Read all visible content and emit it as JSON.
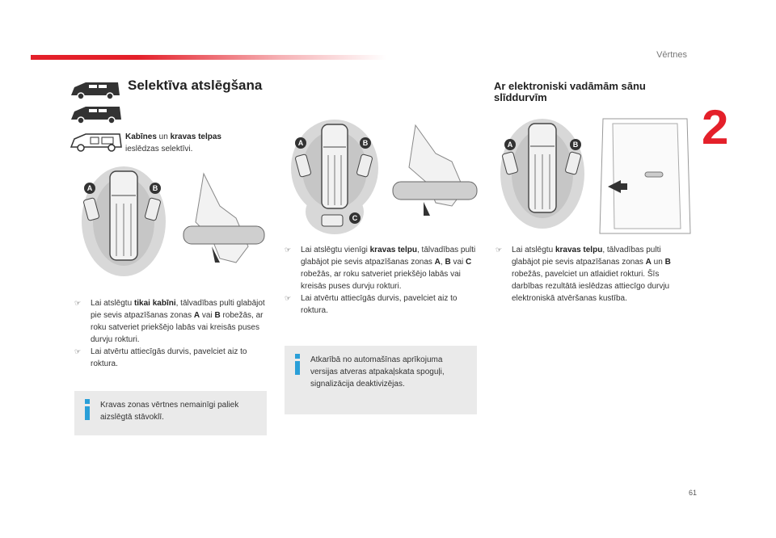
{
  "header": {
    "section": "Vērtnes",
    "chapter_number": "2",
    "page_number": "61"
  },
  "colors": {
    "accent_red": "#e4202a",
    "info_blue": "#2a9fd8",
    "box_grey": "#eaeaea"
  },
  "left": {
    "title": "Selektīva atslēgšana",
    "intro": {
      "bold1": "Kabīnes",
      "mid": " un ",
      "bold2": "kravas telpas",
      "rest": "ieslēdzas selektīvi."
    },
    "labels": {
      "a": "A",
      "b": "B"
    },
    "bullets": [
      {
        "pre": "Lai atslēgtu ",
        "bold": "tikai kabīni",
        "post": ", tālvadības pulti glabājot pie sevis atpazīšanas zonas ",
        "a": "A",
        "mid": " vai ",
        "b": "B",
        "end": " robežās, ar roku satveriet priekšējo labās vai kreisās puses durvju rokturi."
      },
      {
        "text": "Lai atvērtu attiecīgās durvis, pavelciet aiz to roktura."
      }
    ],
    "info": "Kravas zonas vērtnes nemainīgi paliek aizslēgtā stāvoklī."
  },
  "middle": {
    "labels": {
      "a": "A",
      "b": "B",
      "c": "C"
    },
    "bullets": [
      {
        "pre": "Lai atslēgtu vienīgi ",
        "bold": "kravas telpu",
        "post": ", tālvadības pulti glabājot pie sevis atpazīšanas zonas ",
        "a": "A",
        "sep1": ", ",
        "b": "B",
        "sep2": " vai ",
        "c": "C",
        "end": " robežās, ar roku satveriet priekšējo labās vai kreisās puses durvju rokturi."
      },
      {
        "text": "Lai atvērtu attiecīgās durvis, pavelciet aiz to roktura."
      }
    ],
    "info": "Atkarībā no automašīnas aprīkojuma versijas atveras atpakaļskata spoguļi, signalizācija deaktivizējas."
  },
  "right": {
    "title": "Ar elektroniski vadāmām sānu slīddurvīm",
    "labels": {
      "a": "A",
      "b": "B"
    },
    "bullet": {
      "pre": "Lai atslēgtu ",
      "bold": "kravas telpu",
      "post": ", tālvadības pulti glabājot pie sevis atpazīšanas zonas ",
      "a": "A",
      "mid": " un ",
      "b": "B",
      "end": " robežās, pavelciet un atlaidiet rokturi. Šīs darbības rezultātā ieslēdzas attiecīgo durvju elektroniskā atvēršanas kustība."
    }
  }
}
